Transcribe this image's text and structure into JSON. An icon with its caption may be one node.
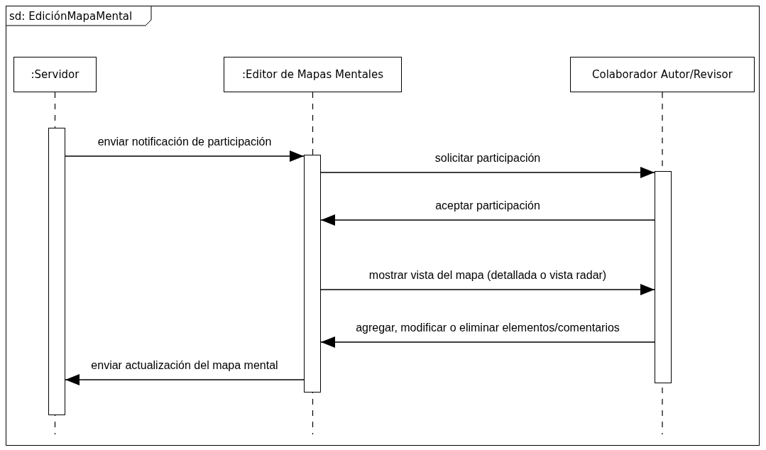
{
  "diagram": {
    "nodes": [
      {
        "text": [
          "sd: EdiciónMapaMental"
        ]
      },
      {
        "text": [
          ":Servidor"
        ],
        "in": 0
      },
      {
        "text": [
          ":Editor de Mapas Mentales"
        ],
        "in": 0
      },
      {
        "text": [
          "Colaborador Autor/Revisor"
        ],
        "in": 0
      },
      {
        "text": [],
        "shape": "bar",
        "in": 0
      },
      {
        "text": [],
        "shape": "bar",
        "in": 0
      },
      {
        "text": [],
        "shape": "bar",
        "in": 0
      }
    ],
    "edges": [
      {
        "from": 4,
        "to": 5,
        "arrow": "to",
        "label": "enviar notificación de participación"
      },
      {
        "from": 5,
        "to": 6,
        "arrow": "to",
        "label": "solicitar participación"
      },
      {
        "from": 6,
        "to": 5,
        "arrow": "to",
        "label": "aceptar participación"
      },
      {
        "from": 5,
        "to": 6,
        "arrow": "to",
        "label": "mostrar vista del mapa (detallada o vista radar)"
      },
      {
        "from": 6,
        "to": 5,
        "arrow": "to",
        "label": "agregar, modificar o eliminar elementos/comentarios"
      },
      {
        "from": 5,
        "to": 4,
        "arrow": "to",
        "label": "enviar actualización del mapa mental"
      }
    ]
  }
}
